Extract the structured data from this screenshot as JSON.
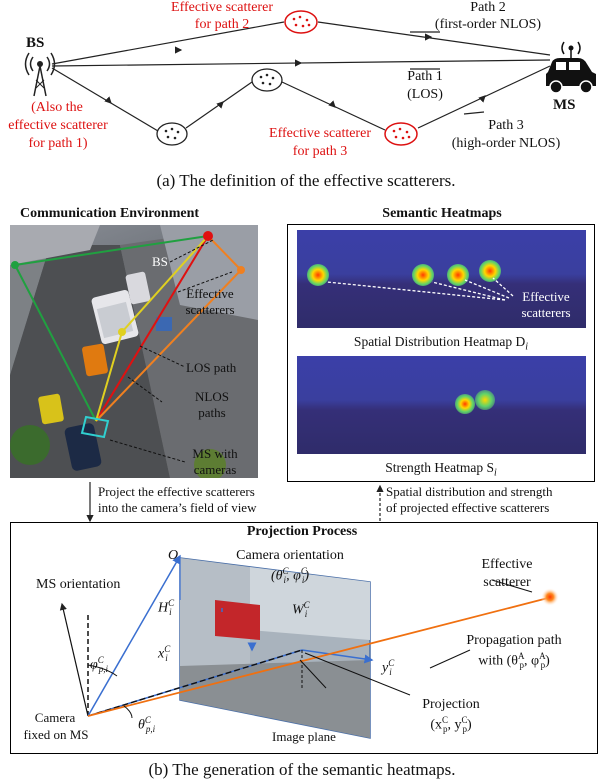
{
  "colors": {
    "accent_red": "#dd1111",
    "scatterer_fill": "#ffffff",
    "los_red": "#e01010",
    "nlos_orange": "#f08020",
    "nlos_green": "#20a040",
    "nlos_yellow": "#e0d020",
    "heatmap_bg": "#3a3f9e"
  },
  "part_a": {
    "bs_label": "BS",
    "bs_note": [
      "(Also the",
      "effective scatterer",
      "for path 1)"
    ],
    "ms_label": "MS",
    "scatterer_path2": [
      "Effective scatterer",
      "for path 2"
    ],
    "scatterer_path3": [
      "Effective scatterer",
      "for path 3"
    ],
    "path2": [
      "Path 2",
      "(first-order NLOS)"
    ],
    "path1": [
      "Path 1",
      "(LOS)"
    ],
    "path3": [
      "Path 3",
      "(high-order NLOS)"
    ],
    "caption": "(a) The definition of the effective scatterers."
  },
  "part_b": {
    "env_title": "Communication Environment",
    "env_labels": {
      "bs": "BS",
      "effective": [
        "Effective",
        "scatterers"
      ],
      "los": "LOS path",
      "nlos": [
        "NLOS",
        "paths"
      ],
      "ms": [
        "MS with",
        "cameras"
      ]
    },
    "heat_title": "Semantic Heatmaps",
    "heat_scatter_label": [
      "Effective",
      "scatterers"
    ],
    "spatial_caption": "Spatial Distribution Heatmap D",
    "spatial_sub": "i",
    "strength_caption": "Strength Heatmap S",
    "strength_sub": "i",
    "project_left": [
      "Project the effective scatterers",
      "into the camera’s field of view"
    ],
    "project_right": [
      "Spatial distribution and strength",
      "of projected effective scatterers"
    ],
    "proj_title": "Projection Process",
    "o_label": "O",
    "cam_orient": [
      "Camera orientation",
      "(θ",
      "C",
      "i",
      ", φ",
      "C",
      "i",
      ")"
    ],
    "ms_orient": "MS orientation",
    "h_label": "H",
    "w_label": "W",
    "x_label": "x",
    "y_label": "y",
    "phi_label": "φ",
    "theta_label": "θ",
    "camera_fixed": [
      "Camera",
      "fixed on MS"
    ],
    "image_plane": "Image plane",
    "effective_scatterer": [
      "Effective",
      "scatterer"
    ],
    "prop_path": [
      "Propagation path",
      "with (θ",
      "A",
      "p",
      ", φ",
      "A",
      "p",
      ")"
    ],
    "projection": [
      "Projection",
      "(x",
      "C",
      "p",
      ", y",
      "C",
      "p",
      ")"
    ],
    "caption": "(b) The generation of the semantic heatmaps."
  }
}
